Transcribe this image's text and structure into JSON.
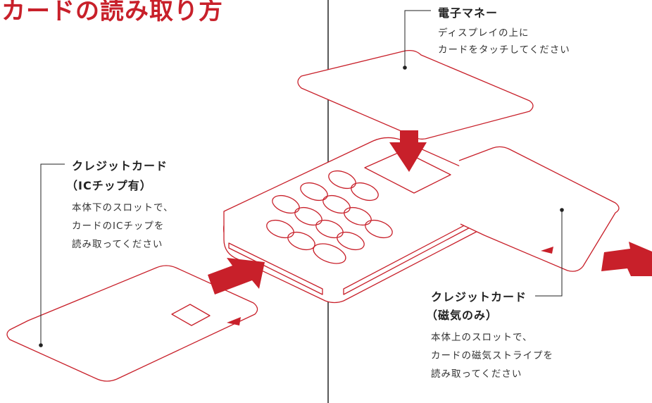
{
  "title": "カードの読み取り方",
  "emoney": {
    "heading": "電子マネー",
    "line1": "ディスプレイの上に",
    "line2": "カードをタッチしてください"
  },
  "credit_ic": {
    "heading1": "クレジットカード",
    "heading2": "（ICチップ有）",
    "line1": "本体下のスロットで、",
    "line2": "カードのICチップを",
    "line3": "読み取ってください"
  },
  "credit_mag": {
    "heading1": "クレジットカード",
    "heading2": "（磁気のみ）",
    "line1": "本体上のスロットで、",
    "line2": "カードの磁気ストライプを",
    "line3": "読み取ってください"
  },
  "colors": {
    "accent": "#c8202a",
    "text": "#222222"
  }
}
